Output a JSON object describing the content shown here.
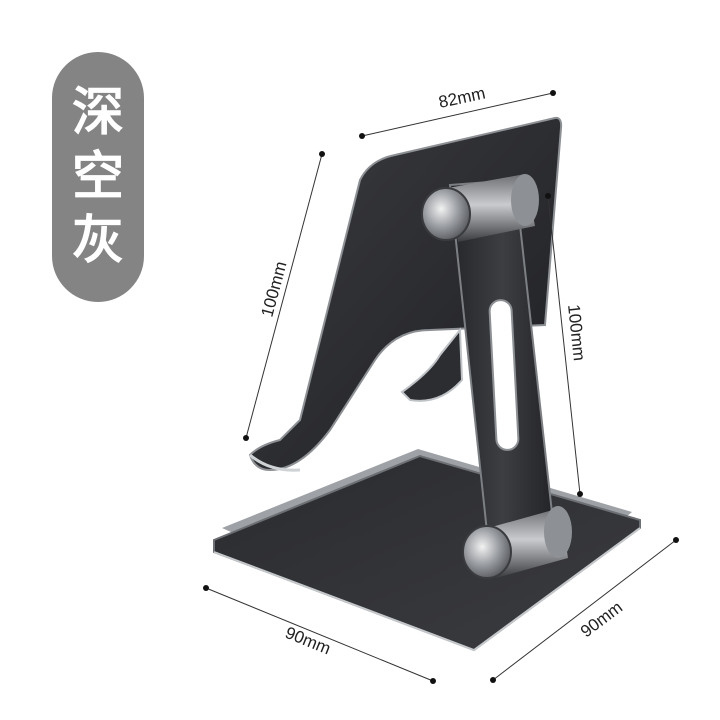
{
  "color_name": [
    "深",
    "空",
    "灰"
  ],
  "dimensions": {
    "plate_width": "82mm",
    "plate_height": "100mm",
    "arm_length": "100mm",
    "base_depth": "90mm",
    "base_width": "90mm"
  },
  "colors": {
    "badge": "#848484",
    "metal_dark": "#2f3033",
    "metal_edge": "#bfc3c7",
    "line": "#333333"
  }
}
